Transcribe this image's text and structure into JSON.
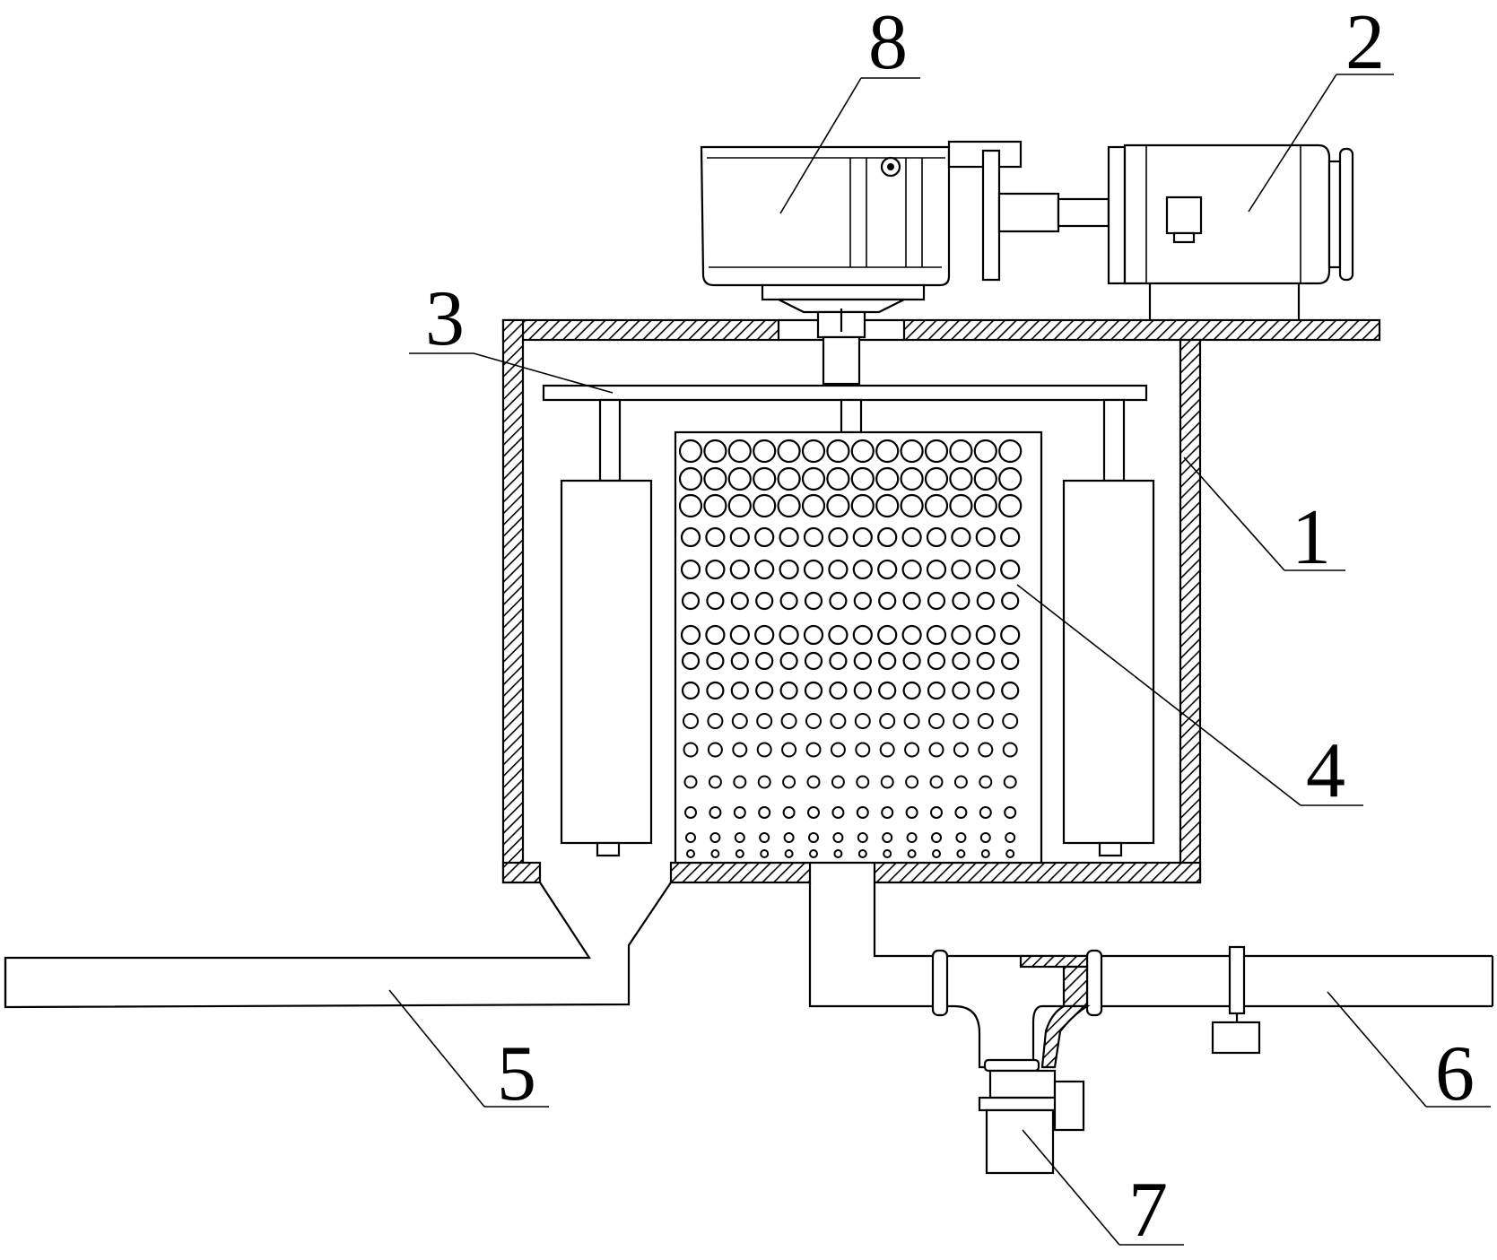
{
  "callouts": [
    {
      "id": "c8",
      "text": "8"
    },
    {
      "id": "c2",
      "text": "2"
    },
    {
      "id": "c3",
      "text": "3"
    },
    {
      "id": "c1",
      "text": "1"
    },
    {
      "id": "c4",
      "text": "4"
    },
    {
      "id": "c5",
      "text": "5"
    },
    {
      "id": "c6",
      "text": "6"
    },
    {
      "id": "c7",
      "text": "7"
    }
  ],
  "colors": {
    "stroke": "#000000",
    "background": "#ffffff"
  }
}
